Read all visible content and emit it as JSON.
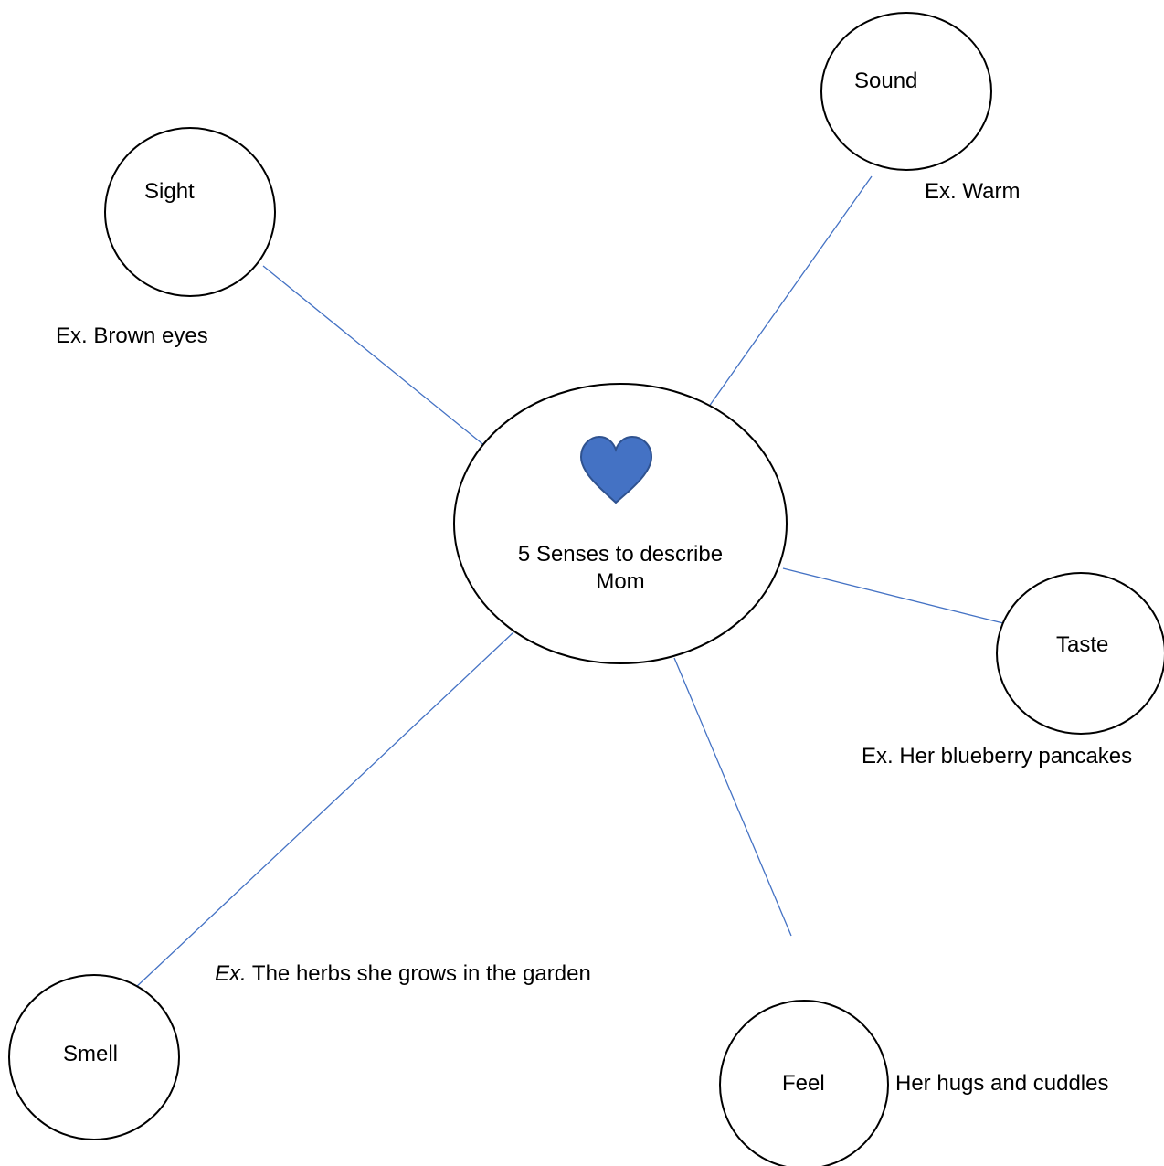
{
  "center": {
    "title_line1": "5 Senses to describe",
    "title_line2": "Mom"
  },
  "senses": {
    "sight": {
      "label": "Sight",
      "example": "Ex. Brown eyes"
    },
    "sound": {
      "label": "Sound",
      "example": "Ex. Warm"
    },
    "taste": {
      "label": "Taste",
      "example": "Ex. Her blueberry pancakes"
    },
    "smell": {
      "label": "Smell",
      "example_prefix": "Ex.",
      "example_text": "The herbs she grows in the garden"
    },
    "feel": {
      "label": "Feel",
      "example": "Her hugs and cuddles"
    }
  },
  "colors": {
    "connector": "#4472C4",
    "heart_fill": "#4472C4",
    "heart_stroke": "#2F528F",
    "outline": "#000000"
  }
}
